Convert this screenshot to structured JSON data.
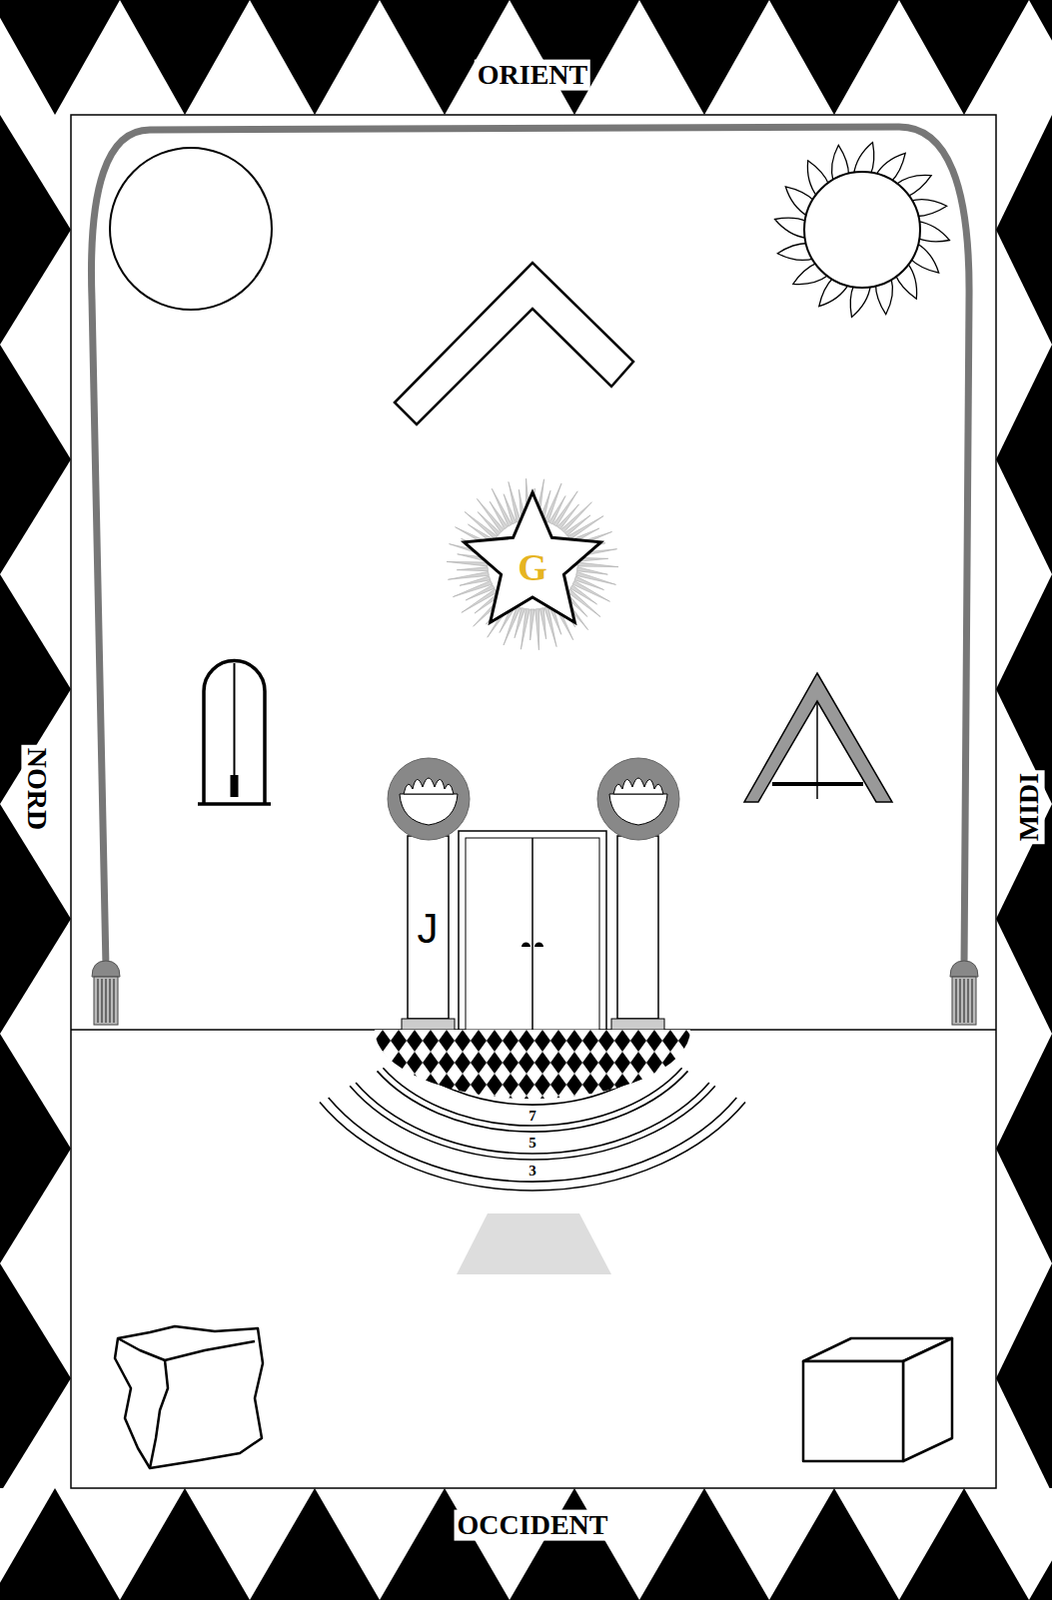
{
  "diagram": {
    "labels": [
      "ORIENT",
      "G",
      "NORD",
      "MIDI",
      "J",
      "7",
      "5",
      "3",
      "OCCIDENT"
    ]
  }
}
